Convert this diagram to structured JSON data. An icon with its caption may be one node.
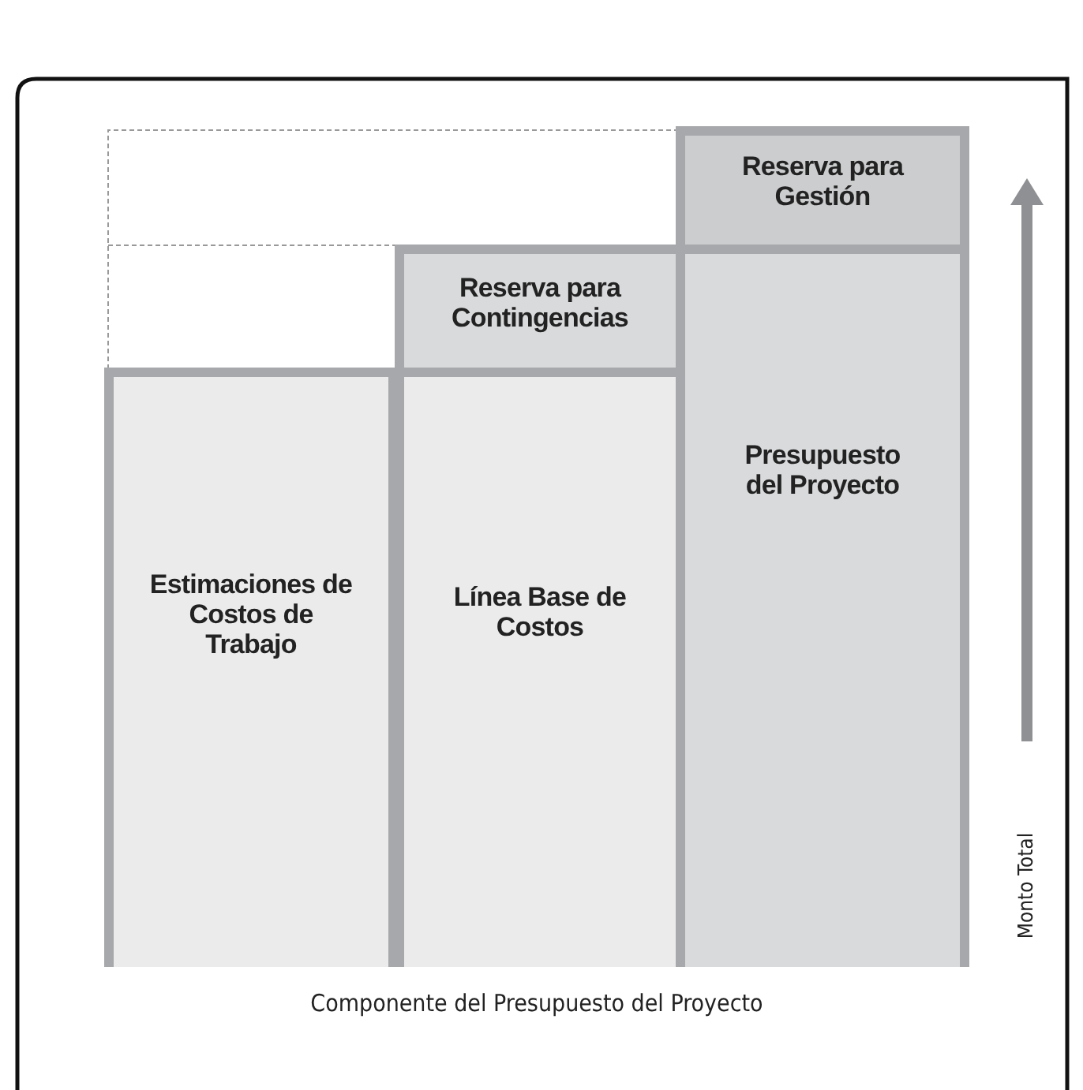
{
  "diagram": {
    "nodes": [
      {
        "text": [
          "Estimaciones de Costos de Trabajo"
        ]
      },
      {
        "text": [
          "Reserva para Contingencias"
        ]
      },
      {
        "text": [
          "Línea Base de Costos"
        ]
      },
      {
        "text": [
          "Reserva para Gestión"
        ]
      },
      {
        "text": [
          "Presupuesto del Proyecto"
        ]
      }
    ],
    "labels": [
      "Monto Total",
      "Componente del Presupuesto del Proyecto"
    ]
  }
}
